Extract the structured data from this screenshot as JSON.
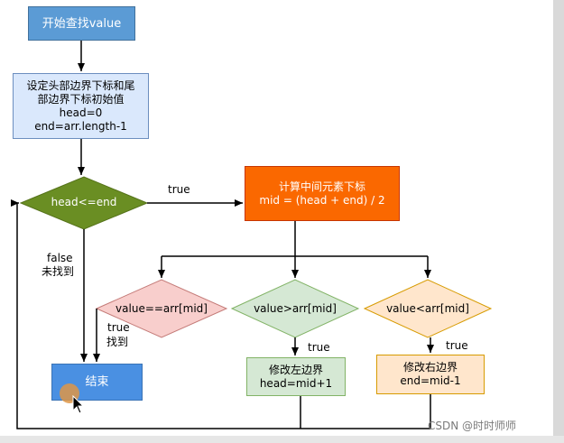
{
  "start": {
    "label": "开始查找value"
  },
  "init": {
    "line1": "设定头部边界下标和尾",
    "line2": "部边界下标初始值",
    "line3": "head=0",
    "line4": "end=arr.length-1"
  },
  "condition": {
    "label": "head<=end"
  },
  "calc": {
    "line1": "计算中间元素下标",
    "line2": "mid = (head + end) / 2"
  },
  "compare_eq": {
    "label": "value==arr[mid]"
  },
  "compare_gt": {
    "label": "value>arr[mid]"
  },
  "compare_lt": {
    "label": "value<arr[mid]"
  },
  "update_left": {
    "line1": "修改左边界",
    "line2": "head=mid+1"
  },
  "update_right": {
    "line1": "修改右边界",
    "line2": "end=mid-1"
  },
  "end": {
    "label": "结束"
  },
  "edges": {
    "true_to_calc": "true",
    "false_label": "false",
    "not_found": "未找到",
    "true_eq": "true",
    "found": "找到",
    "true_gt": "true",
    "true_lt": "true"
  },
  "watermark": "CSDN @时时师师",
  "colors": {
    "start_fill": "#5b9bd5",
    "init_fill": "#dae8fc",
    "condition_fill": "#6a8e23",
    "calc_fill": "#fa6800",
    "compare_eq_fill": "#f8cecc",
    "compare_gt_fill": "#d5e8d4",
    "compare_lt_fill": "#ffe6cc",
    "end_fill": "#4a90e2"
  }
}
